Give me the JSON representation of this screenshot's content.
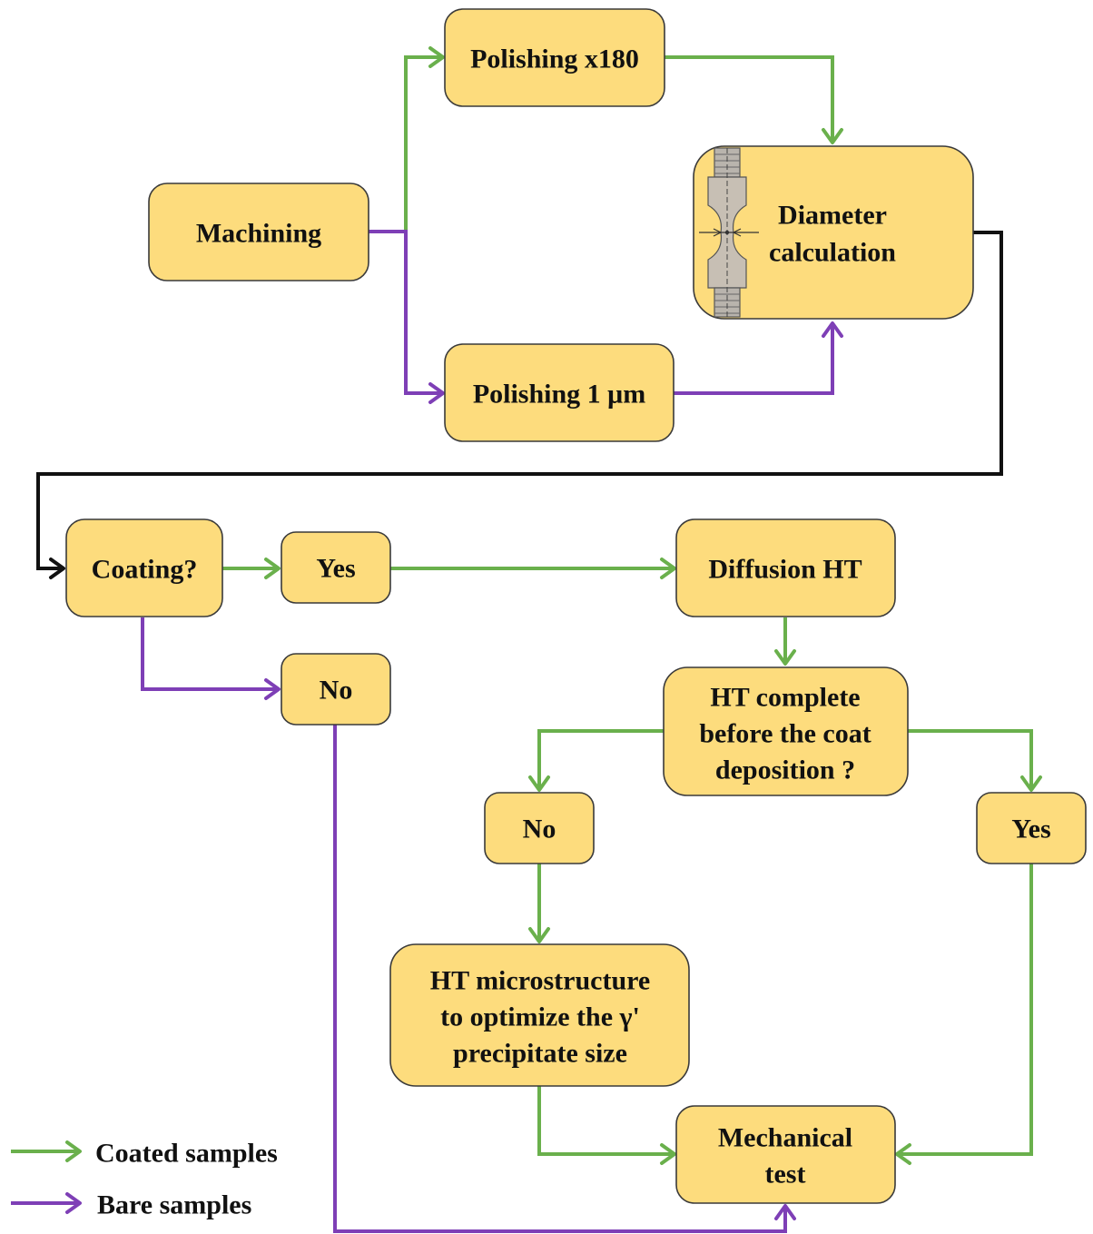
{
  "colors": {
    "box_fill": "#fddc7d",
    "coated": "#6ab04c",
    "bare": "#7e3fb6",
    "main": "#111111"
  },
  "nodes": {
    "machining": "Machining",
    "polishing_x180": "Polishing x180",
    "polishing_1um": "Polishing 1 μm",
    "diameter_calc": [
      "Diameter",
      "calculation"
    ],
    "coating_question": "Coating?",
    "coating_yes": "Yes",
    "coating_no": "No",
    "diffusion_ht": "Diffusion HT",
    "ht_complete_question": [
      "HT complete",
      "before the coat",
      "deposition ?"
    ],
    "ht_no": "No",
    "ht_yes": "Yes",
    "ht_microstructure": [
      "HT microstructure",
      "to optimize the γ'",
      "precipitate size"
    ],
    "mechanical_test": [
      "Mechanical",
      "test"
    ]
  },
  "legend": {
    "coated": "Coated samples",
    "bare": "Bare samples"
  },
  "icons": {
    "specimen": "tensile-specimen-icon"
  }
}
